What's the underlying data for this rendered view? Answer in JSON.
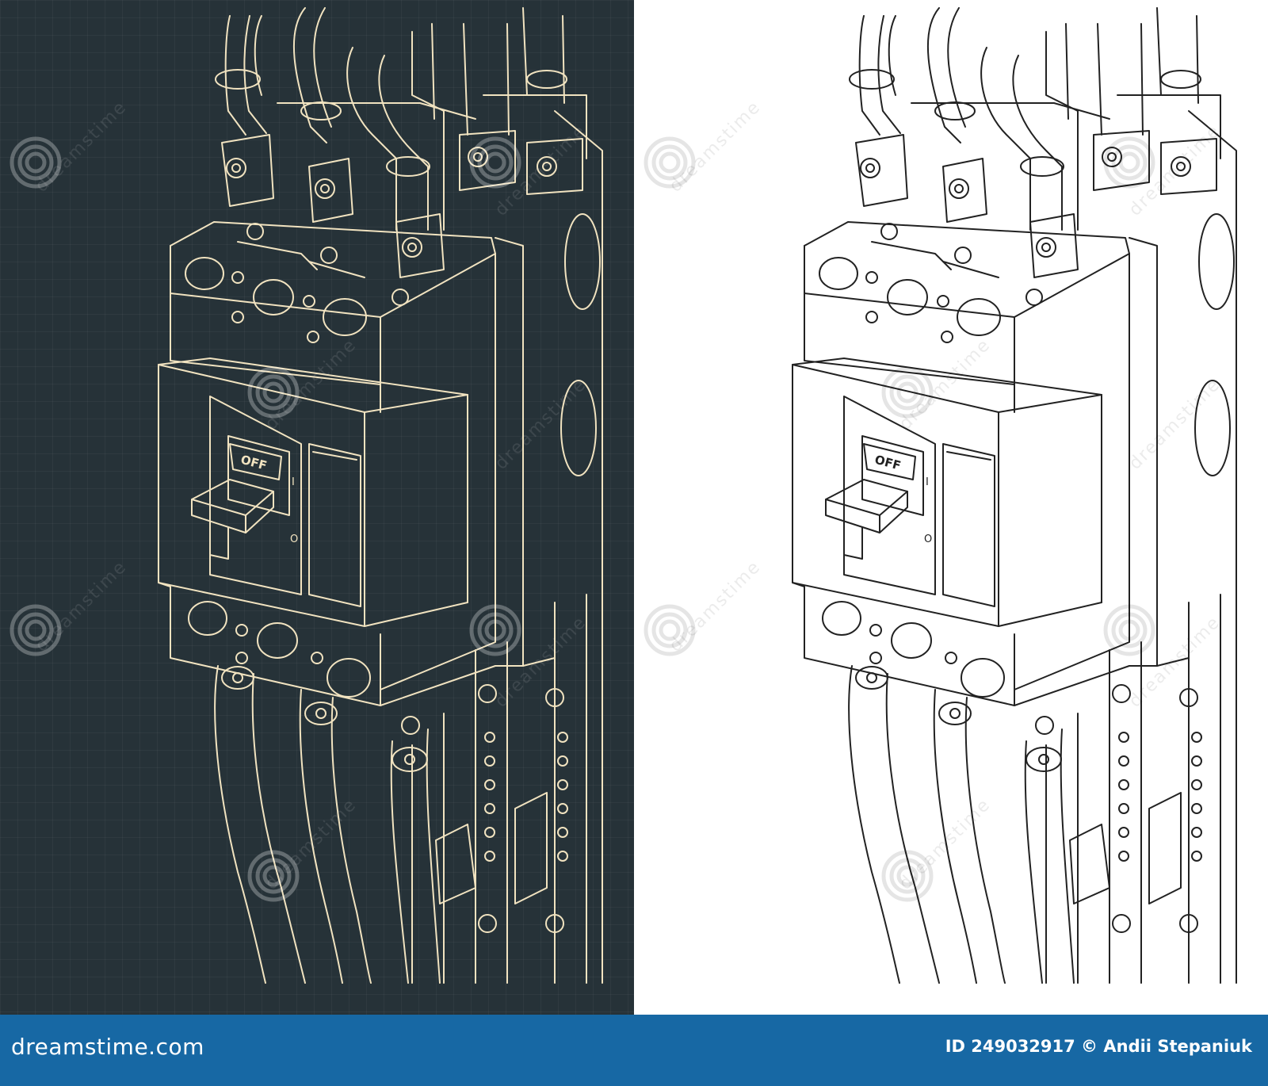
{
  "drawing": {
    "toggle_label": "OFF",
    "on_symbol": "I",
    "off_symbol": "O",
    "line_color_dark": "#f1e3c0",
    "line_color_light": "#222222",
    "background_dark": "#263238",
    "background_light": "#ffffff"
  },
  "watermark": {
    "text": "dreamstime",
    "icon": "spiral-logo-icon"
  },
  "footer": {
    "brand": "dreamstime.com",
    "credit": "ID 249032917 © Andii Stepaniuk",
    "background": "#1768a4"
  }
}
